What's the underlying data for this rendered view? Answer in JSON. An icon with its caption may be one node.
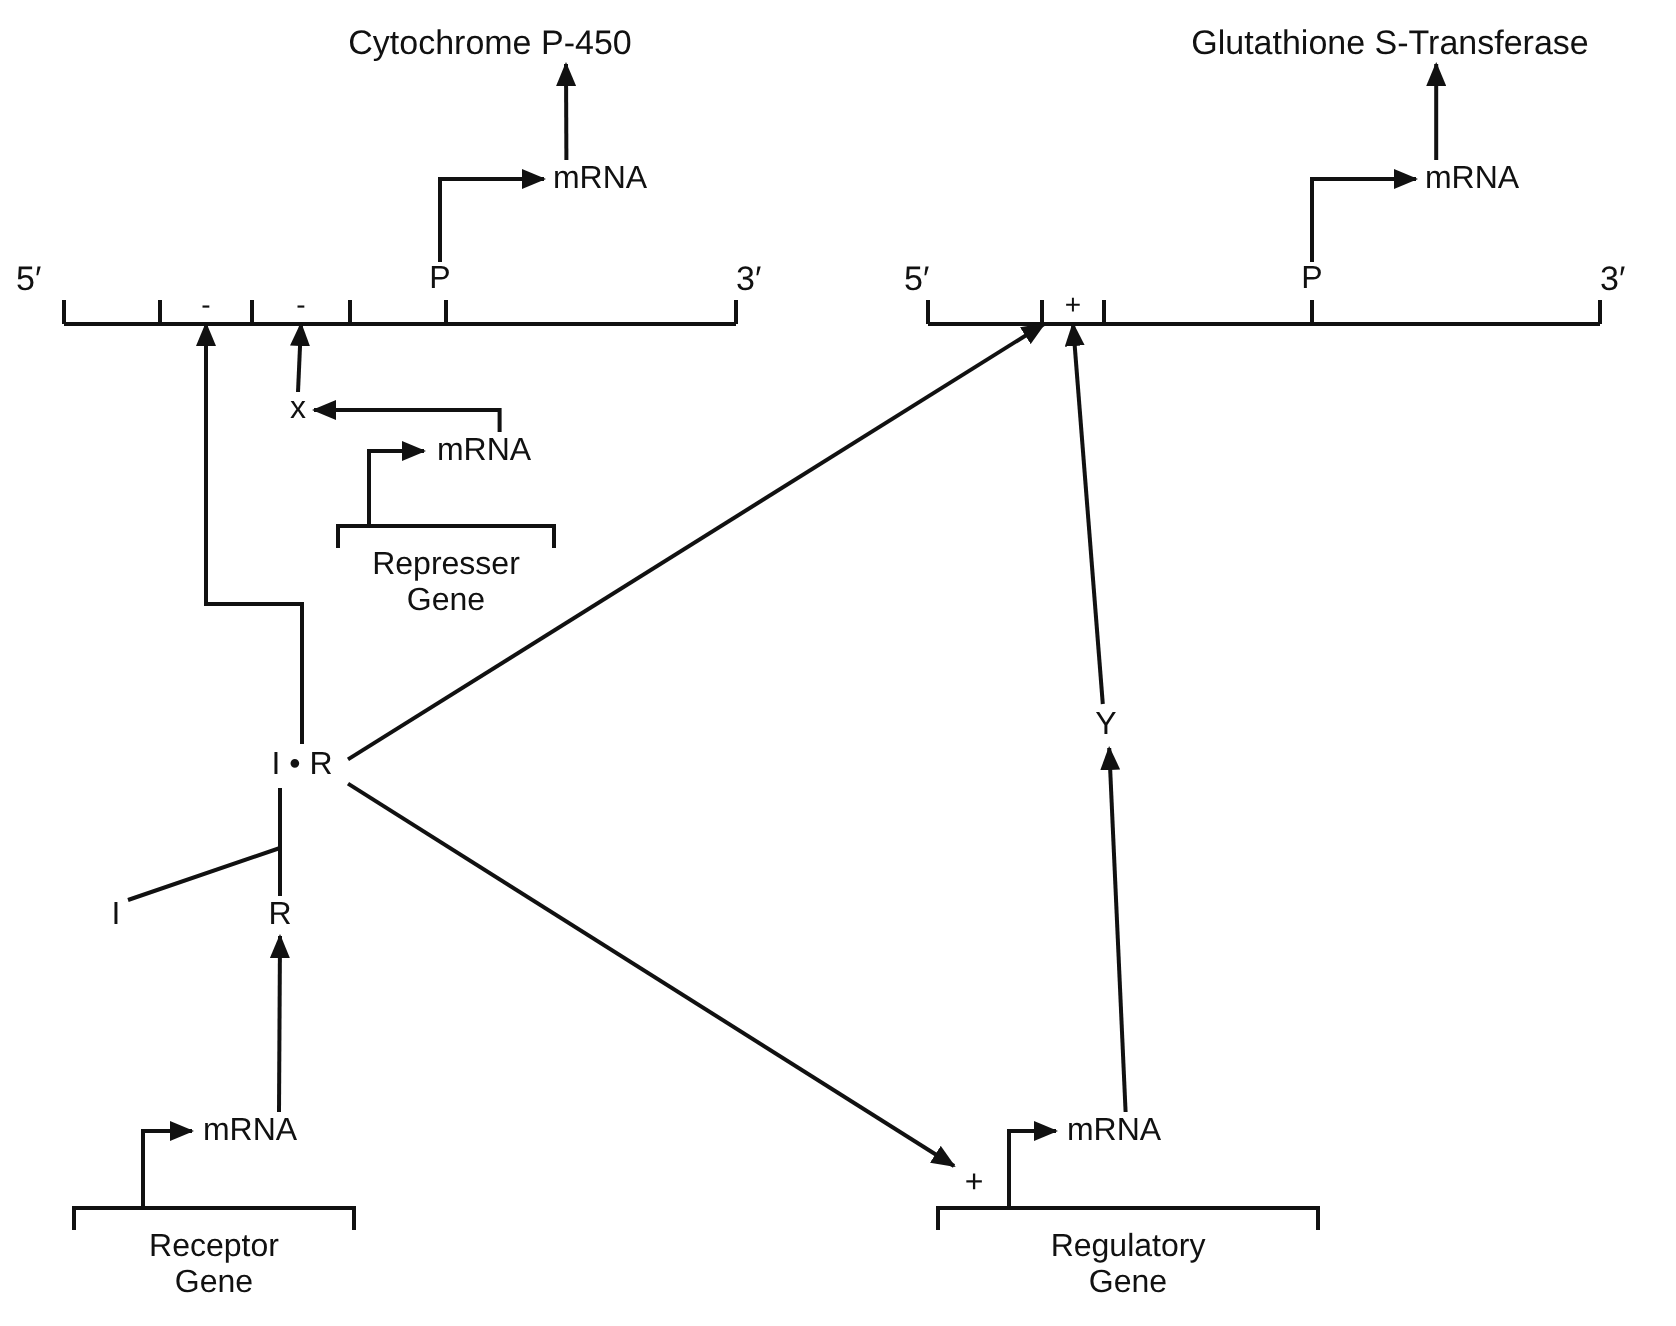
{
  "diagram": {
    "nodes": [
      {
        "text": [
          "Cytochrome P-450"
        ]
      },
      {
        "text": [
          "mRNA"
        ]
      },
      {
        "text": [
          "P"
        ]
      },
      {
        "text": [
          "-"
        ]
      },
      {
        "text": [
          "-"
        ]
      },
      {
        "text": [
          "Glutathione S-Transferase"
        ]
      },
      {
        "text": [
          "mRNA"
        ]
      },
      {
        "text": [
          "P"
        ]
      },
      {
        "text": [
          "+"
        ]
      },
      {
        "text": [
          "x"
        ]
      },
      {
        "text": [
          "mRNA"
        ]
      },
      {
        "text": [
          "Represser Gene"
        ]
      },
      {
        "text": [
          "I • R"
        ]
      },
      {
        "text": [
          "I"
        ]
      },
      {
        "text": [
          "R"
        ]
      },
      {
        "text": [
          "mRNA"
        ]
      },
      {
        "text": [
          "Receptor Gene"
        ]
      },
      {
        "text": [
          "Y"
        ]
      },
      {
        "text": [
          "mRNA"
        ]
      },
      {
        "text": [
          "Regulatory Gene"
        ]
      },
      {
        "text": [
          "+"
        ]
      }
    ],
    "edges": [
      {
        "from": 2,
        "to": 1,
        "arrow": "to"
      },
      {
        "from": 1,
        "to": 0,
        "arrow": "to"
      },
      {
        "from": 7,
        "to": 6,
        "arrow": "to"
      },
      {
        "from": 6,
        "to": 5,
        "arrow": "to"
      },
      {
        "from": 12,
        "to": 3,
        "arrow": "to"
      },
      {
        "from": 9,
        "to": 4,
        "arrow": "to"
      },
      {
        "from": 10,
        "to": 9,
        "arrow": "to"
      },
      {
        "from": 11,
        "to": 10,
        "arrow": "to"
      },
      {
        "from": 12,
        "to": 8,
        "arrow": "to"
      },
      {
        "from": 12,
        "to": 20,
        "arrow": "to"
      },
      {
        "from": 13,
        "to": 12,
        "arrow": "none"
      },
      {
        "from": 14,
        "to": 12,
        "arrow": "none"
      },
      {
        "from": 16,
        "to": 15,
        "arrow": "to"
      },
      {
        "from": 15,
        "to": 14,
        "arrow": "to"
      },
      {
        "from": 19,
        "to": 18,
        "arrow": "to"
      },
      {
        "from": 18,
        "to": 17,
        "arrow": "to"
      },
      {
        "from": 17,
        "to": 8,
        "arrow": "to"
      }
    ],
    "labels": [
      "5′",
      "3′",
      "5′",
      "3′"
    ]
  }
}
